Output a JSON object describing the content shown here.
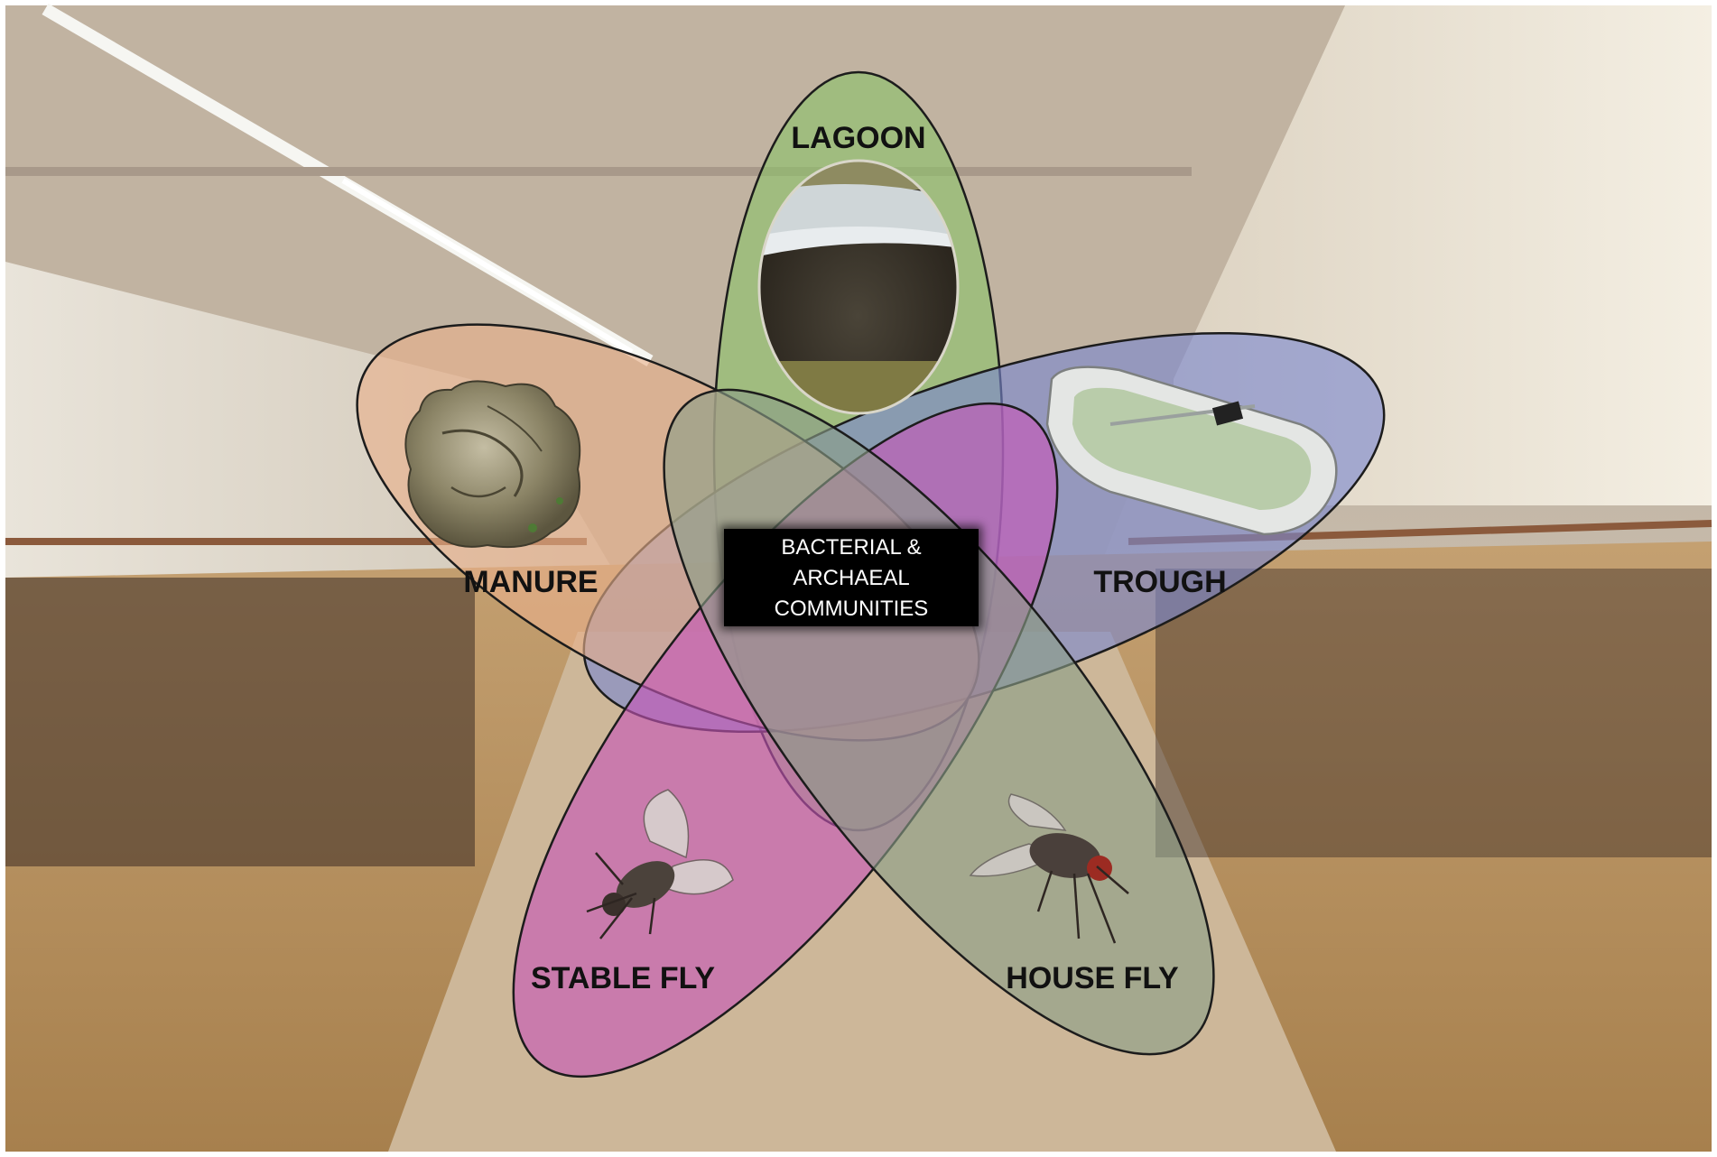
{
  "center": {
    "label_lines": [
      "BACTERIAL &",
      "ARCHAEAL",
      "COMMUNITIES"
    ]
  },
  "sets": [
    {
      "id": "lagoon",
      "label": "LAGOON",
      "fill": "#8dc26a",
      "icon": "lagoon-photo"
    },
    {
      "id": "trough",
      "label": "TROUGH",
      "fill": "#7b87cf",
      "icon": "water-trough-photo"
    },
    {
      "id": "house_fly",
      "label": "HOUSE FLY",
      "fill": "#8a9e87",
      "icon": "house-fly-photo"
    },
    {
      "id": "stable_fly",
      "label": "STABLE FLY",
      "fill": "#c655b8",
      "icon": "stable-fly-photo"
    },
    {
      "id": "manure",
      "label": "MANURE",
      "fill": "#e8b08a",
      "icon": "manure-photo"
    }
  ],
  "background": {
    "icon": "dairy-barn-photo"
  },
  "colors": {
    "outline": "#1c1c1c",
    "label_text": "#111111",
    "center_box": "#000000",
    "center_text": "#ffffff"
  }
}
